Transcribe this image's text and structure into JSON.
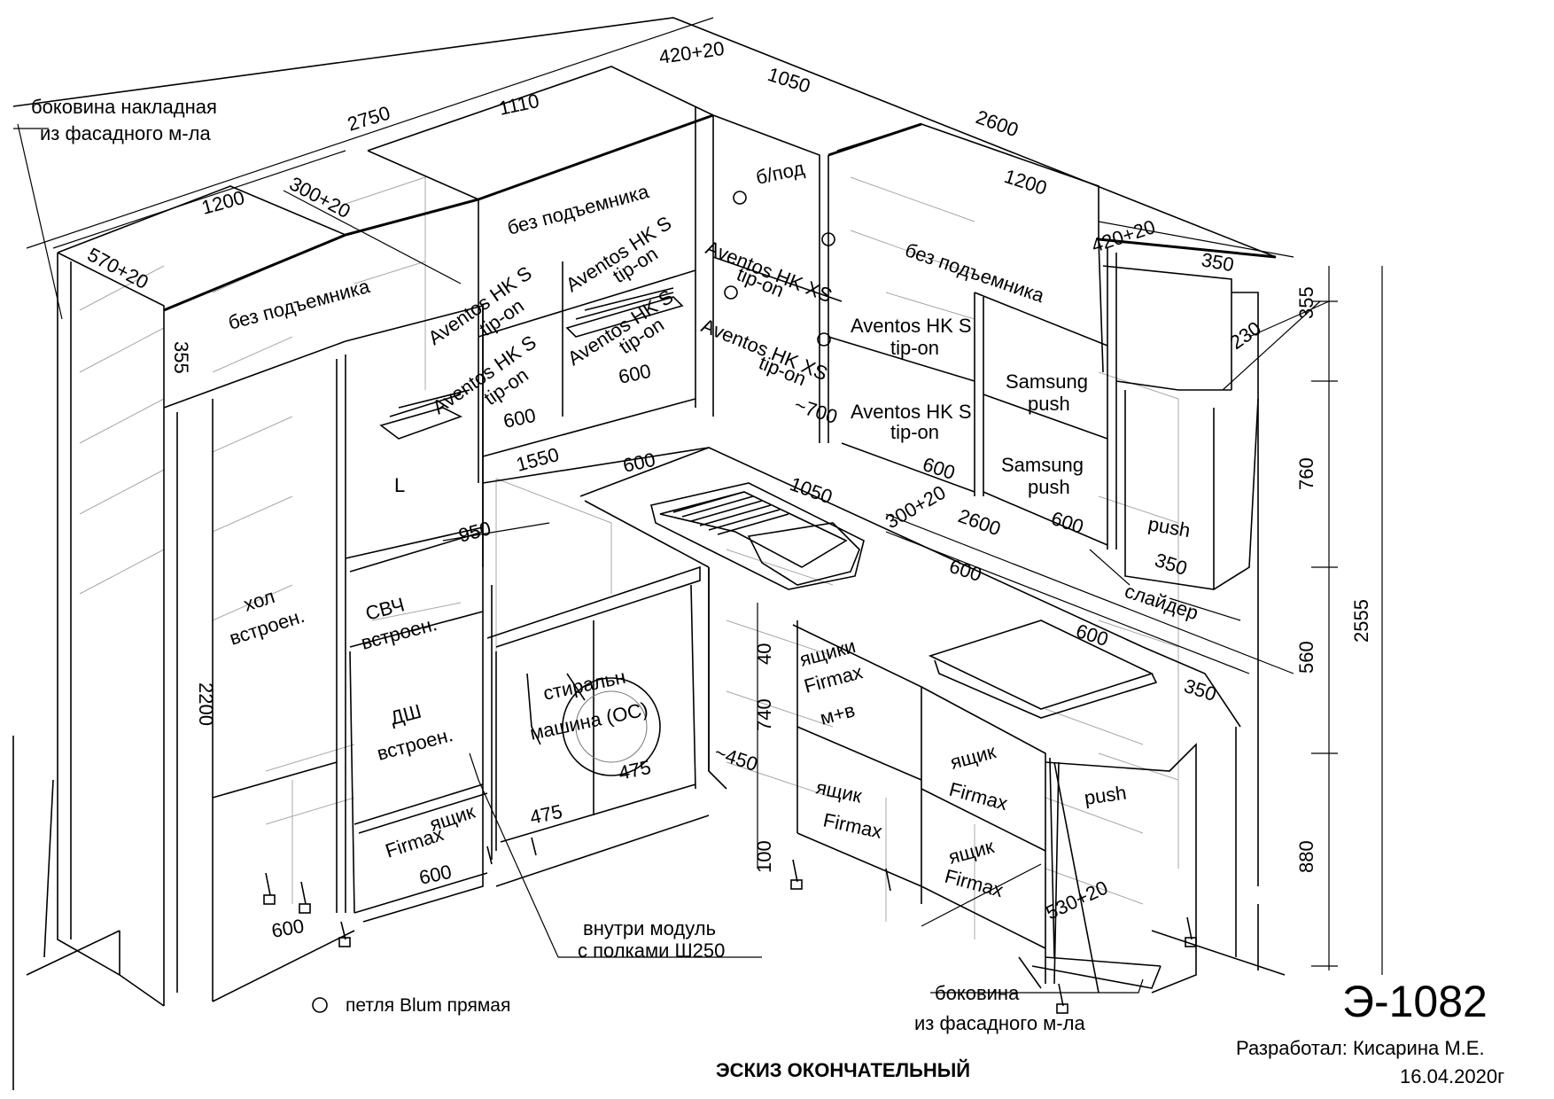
{
  "drawing": {
    "code": "Э-1082",
    "title": "ЭСКИЗ ОКОНЧАТЕЛЬНЫЙ",
    "author": "Разработал: Кисарина М.Е.",
    "date": "16.04.2020г",
    "legend_text": "петля Blum прямая"
  },
  "dimensions": {
    "d2750": "2750",
    "d1110": "1110",
    "d420_20_top": "420+20",
    "d1050_top": "1050",
    "d2600_top": "2600",
    "d1200_left": "1200",
    "d300_20_top": "300+20",
    "d570_20": "570+20",
    "d1200_right": "1200",
    "d420_20_right": "420+20",
    "d350_top": "350",
    "d355_right": "355",
    "d230": "230",
    "d355_left": "355",
    "d760": "760",
    "d2555": "2555",
    "d560": "560",
    "d880": "880",
    "d2200": "2200",
    "d1550": "1550",
    "d600_sink": "600",
    "d1050_mid": "1050",
    "d950": "950",
    "d300_20_mid": "300+20",
    "d2600_mid": "2600",
    "d600_right1": "600",
    "d600_right2": "600",
    "d350_right": "350",
    "d40": "40",
    "d740": "740",
    "d450": "~450",
    "d100": "100",
    "d475_a": "475",
    "d475_b": "475",
    "d600_bottom": "600",
    "d600_dw": "600",
    "d530_20": "530+20",
    "d600_u1": "600",
    "d600_u2": "600",
    "d600_u3": "600",
    "d600_u4": "600",
    "d700": "~700",
    "d350_slider": "350"
  },
  "labels": {
    "side_overlay_1": "боковина накладная",
    "side_overlay_2": "из фасадного м-ла",
    "no_lift_1": "без подъемника",
    "no_lift_2": "без подъемника",
    "no_lift_3": "без подъемника",
    "no_base": "б/под",
    "aventos_hks_1": "Aventos HK S",
    "tipon_1": "tip-on",
    "aventos_hks_2": "Aventos HK S",
    "tipon_2": "tip-on",
    "aventos_hks_3": "Aventos HK S",
    "tipon_3": "tip-on",
    "aventos_hks_4": "Aventos HK S",
    "tipon_4": "tip-on",
    "aventos_hkxs_1": "Aventos HK XS",
    "tipon_5": "tip-on",
    "aventos_hkxs_2": "Aventos HK XS",
    "tipon_6": "tip-on",
    "aventos_hks_5": "Aventos HK S",
    "tipon_7": "tip-on",
    "aventos_hks_6": "Aventos HK S",
    "tipon_8": "tip-on",
    "samsung_1": "Samsung",
    "push_1": "push",
    "samsung_2": "Samsung",
    "push_2": "push",
    "push_3": "push",
    "push_4": "push",
    "slider": "слайдер",
    "fridge_1": "хол",
    "fridge_2": "встроен.",
    "mw_1": "СВЧ",
    "mw_2": "встроен.",
    "dw_1": "ДШ",
    "dw_2": "встроен.",
    "drawer_1": "ящик",
    "drawer_firmax_1": "Firmax",
    "washer_1": "стиральн",
    "washer_2": "машина (ОС)",
    "drawers_firmax_1": "ящики",
    "drawers_firmax_2": "Firmax",
    "drawers_firmax_3": "м+в",
    "drawer_2": "ящик",
    "drawer_firmax_2": "Firmax",
    "drawer_3": "ящик",
    "drawer_firmax_3": "Firmax",
    "drawer_4": "ящик",
    "drawer_firmax_4": "Firmax",
    "inside_module_1": "внутри модуль",
    "inside_module_2": "с полками Ш250",
    "side_facade_1": "боковина",
    "side_facade_2": "из фасадного м-ла",
    "letter_l": "L"
  }
}
